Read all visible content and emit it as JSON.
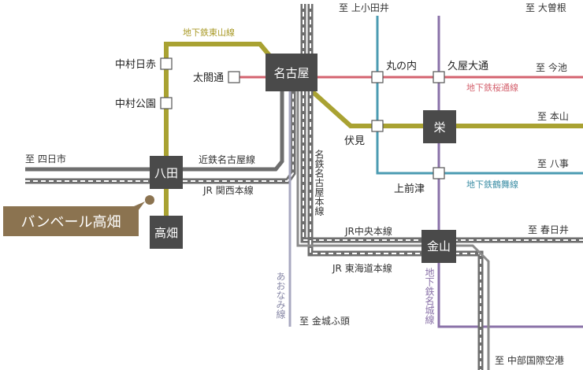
{
  "colors": {
    "higashiyama": "#a9a232",
    "sakura": "#d4636f",
    "tsurumai": "#4b9bb2",
    "meijo": "#8a72a8",
    "kintetsu": "#6e6e6e",
    "jr": "#6e6e6e",
    "meitetsu": "#8a8a8a",
    "aonami": "#a8a8c0",
    "station_box": "#4a4a4a",
    "callout_bg": "#8b7350"
  },
  "lines": {
    "higashiyama": "地下鉄東山線",
    "sakura": "地下鉄桜通線",
    "tsurumai": "地下鉄鶴舞線",
    "meijo": "地下鉄名城線",
    "kintetsu": "近鉄名古屋線",
    "jr_kansai": "JR 関西本線",
    "jr_chuo": "JR中央本線",
    "jr_tokaido": "JR 東海道本線",
    "meitetsu": "名鉄名古屋本線",
    "aonami": "あおなみ線"
  },
  "stations": {
    "nagoya": "名古屋",
    "sakae": "栄",
    "kanayama": "金山",
    "hatta": "八田",
    "takabata": "高畑",
    "nakamura_nisseki": "中村日赤",
    "nakamura_koen": "中村公園",
    "taiko_dori": "太閤通",
    "marunouchi": "丸の内",
    "hisaya_odori": "久屋大通",
    "fushimi": "伏見",
    "kamimaezu": "上前津"
  },
  "destinations": {
    "kamiotai": "至 上小田井",
    "ozone": "至 大曽根",
    "imaike": "至 今池",
    "motoyama": "至 本山",
    "yokkaichi": "至 四日市",
    "yagoto": "至 八事",
    "kasugai": "至 春日井",
    "kinjo_futo": "至 金城ふ頭",
    "airport": "至 中部国際空港"
  },
  "callout": {
    "property_name": "バンベール高畑"
  }
}
